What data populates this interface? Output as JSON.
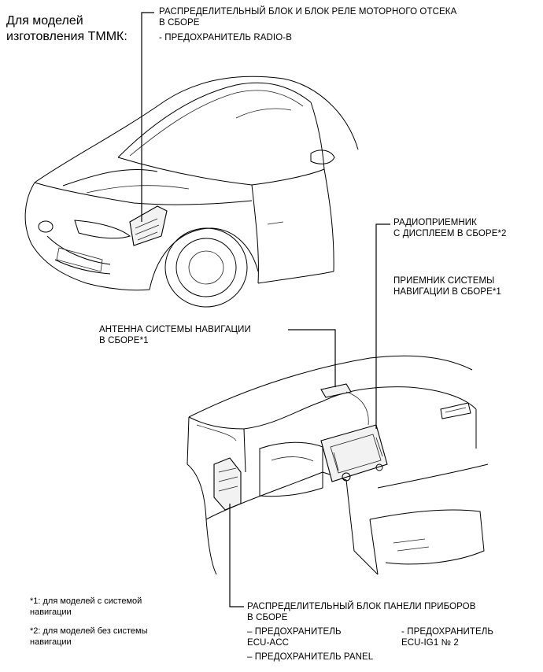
{
  "title": {
    "line1": "Для моделей",
    "line2": "изготовления ТММК:"
  },
  "engine_room_block": {
    "line1": "РАСПРЕДЕЛИТЕЛЬНЫЙ БЛОК И БЛОК РЕЛЕ МОТОРНОГО ОТСЕКА",
    "line2": "В СБОРЕ",
    "fuse": "- ПРЕДОХРАНИТЕЛЬ RADIO-B"
  },
  "radio_receiver": {
    "line1": "РАДИОПРИЕМНИК",
    "line2": "С ДИСПЛЕЕМ В СБОРЕ*2"
  },
  "navigation_receiver": {
    "line1": "ПРИЕМНИК СИСТЕМЫ",
    "line2": "НАВИГАЦИИ В СБОРЕ*1"
  },
  "navigation_antenna": {
    "line1": "АНТЕННА СИСТЕМЫ НАВИГАЦИИ",
    "line2": "В СБОРЕ*1"
  },
  "footnotes": {
    "note1_line1": "*1: для моделей с системой",
    "note1_line2": "навигации",
    "note2_line1": "*2: для моделей без системы",
    "note2_line2": "навигации"
  },
  "instrument_panel_block": {
    "line1": "РАСПРЕДЕЛИТЕЛЬНЫЙ БЛОК ПАНЕЛИ ПРИБОРОВ",
    "line2": "В СБОРЕ",
    "fuse_acc_line1": "– ПРЕДОХРАНИТЕЛЬ",
    "fuse_acc_line2": "ECU-ACC",
    "fuse_ig1_line1": "- ПРЕДОХРАНИТЕЛЬ",
    "fuse_ig1_line2": "ECU-IG1 № 2",
    "fuse_panel": "– ПРЕДОХРАНИТЕЛЬ PANEL"
  }
}
